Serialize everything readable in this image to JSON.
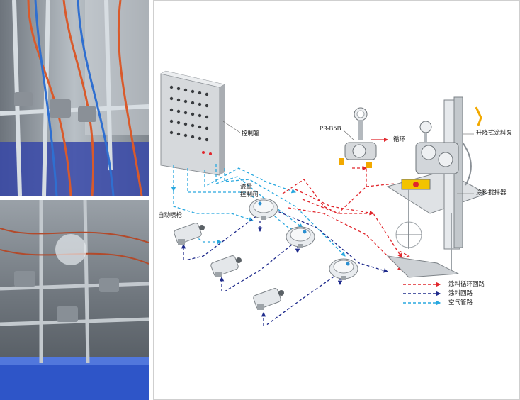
{
  "labels": {
    "control_box": "控制箱",
    "flow_valve_line1": "流量",
    "flow_valve_line2": "控制阀",
    "auto_spray_gun": "自动喷枪",
    "pump_model": "PR-B5B",
    "circulation": "循环",
    "lift_pump": "升降式涂料泵",
    "mixer": "涂料搅拌器"
  },
  "legend": [
    {
      "label": "涂料循环回路",
      "color": "#e1262c",
      "style": "dashed-arrow"
    },
    {
      "label": "涂料回路",
      "color": "#1f2b8c",
      "style": "dashed-arrow"
    },
    {
      "label": "空气管路",
      "color": "#29a8df",
      "style": "dashed-arrow"
    }
  ],
  "colors": {
    "paint_circulation": "#e1262c",
    "paint_return": "#1f2b8c",
    "air_line": "#29a8df"
  }
}
